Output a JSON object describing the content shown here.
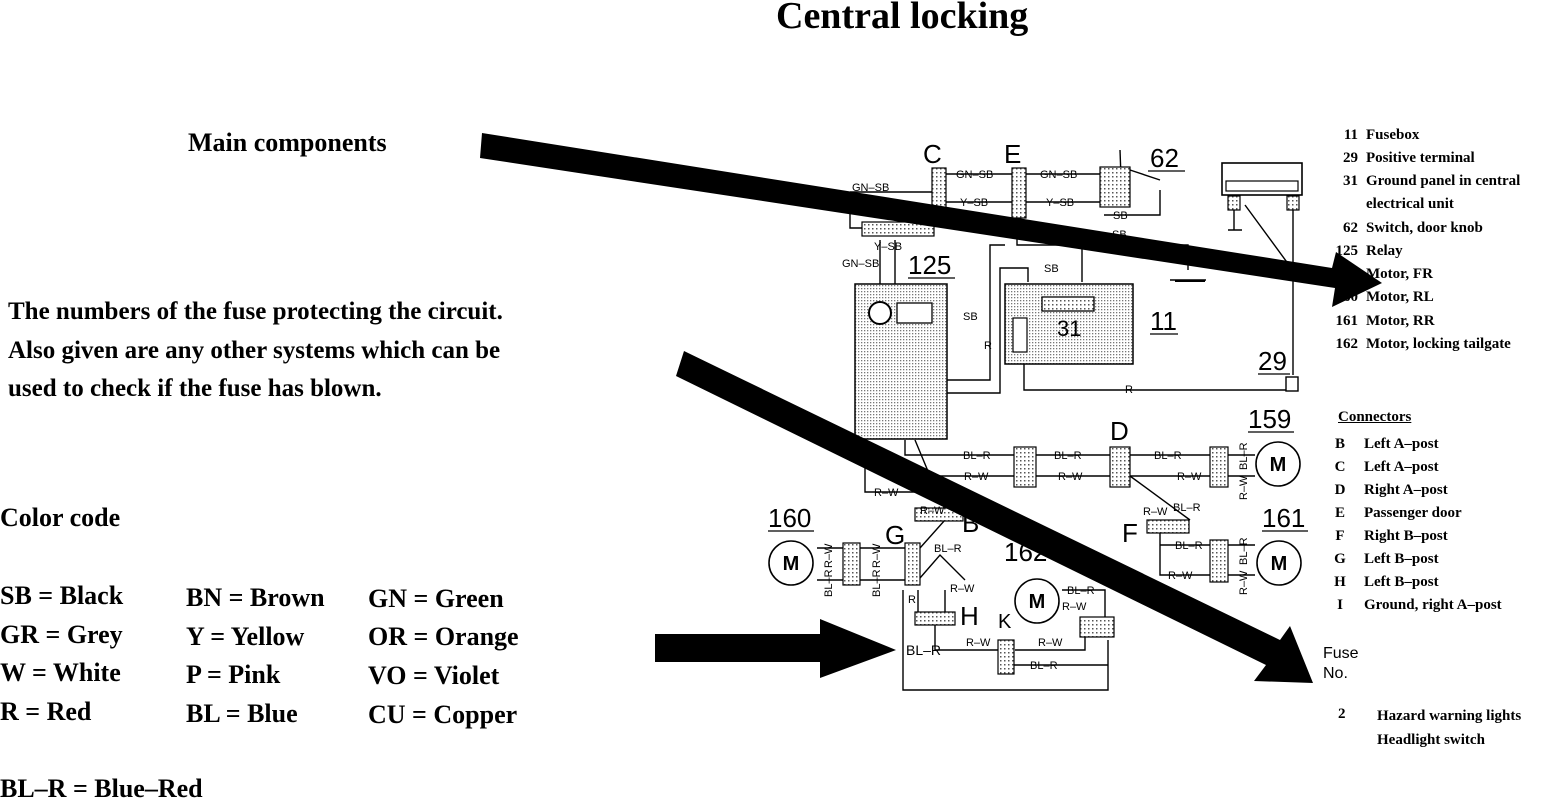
{
  "title": "Central locking",
  "main_components_label": "Main components",
  "fuse_description": "The numbers of the fuse protecting the circuit. Also given are any other systems which can be used to check if the fuse has blown.",
  "color_code": {
    "heading": "Color code",
    "columns": [
      [
        "SB = Black",
        "GR = Grey",
        "W = White",
        "R = Red"
      ],
      [
        "BN = Brown",
        "Y = Yellow",
        "P = Pink",
        "BL = Blue"
      ],
      [
        "GN = Green",
        "OR = Orange",
        "VO = Violet",
        "CU = Copper"
      ]
    ],
    "combined": "BL–R = Blue–Red"
  },
  "components": [
    {
      "num": "11",
      "label": "Fusebox"
    },
    {
      "num": "29",
      "label": "Positive terminal"
    },
    {
      "num": "31",
      "label": "Ground panel in central"
    },
    {
      "num": "",
      "label": "electrical unit"
    },
    {
      "num": "62",
      "label": "Switch, door knob"
    },
    {
      "num": "125",
      "label": "Relay"
    },
    {
      "num": "",
      "label": "Motor, FR"
    },
    {
      "num": "160",
      "label": "Motor, RL"
    },
    {
      "num": "161",
      "label": "Motor, RR"
    },
    {
      "num": "162",
      "label": "Motor, locking tailgate"
    }
  ],
  "connectors": {
    "heading": "Connectors",
    "items": [
      {
        "key": "B",
        "label": "Left A–post"
      },
      {
        "key": "C",
        "label": "Left A–post"
      },
      {
        "key": "D",
        "label": "Right A–post"
      },
      {
        "key": "E",
        "label": "Passenger door"
      },
      {
        "key": "F",
        "label": "Right B–post"
      },
      {
        "key": "G",
        "label": "Left B–post"
      },
      {
        "key": "H",
        "label": "Left B–post"
      },
      {
        "key": "I",
        "label": "Ground, right A–post"
      }
    ]
  },
  "fuse": {
    "label": "Fuse No.",
    "number": "2",
    "systems": [
      "Hazard warning lights",
      "Headlight switch"
    ]
  },
  "diagram": {
    "component_labels": [
      "C",
      "E",
      "62",
      "125",
      "11",
      "31",
      "29",
      "159",
      "D",
      "160",
      "161",
      "162",
      "G",
      "B",
      "F",
      "H",
      "K"
    ],
    "wire_labels": [
      "GN–SB",
      "Y–SB",
      "SB",
      "R",
      "BL–R",
      "R–W",
      "M"
    ]
  }
}
